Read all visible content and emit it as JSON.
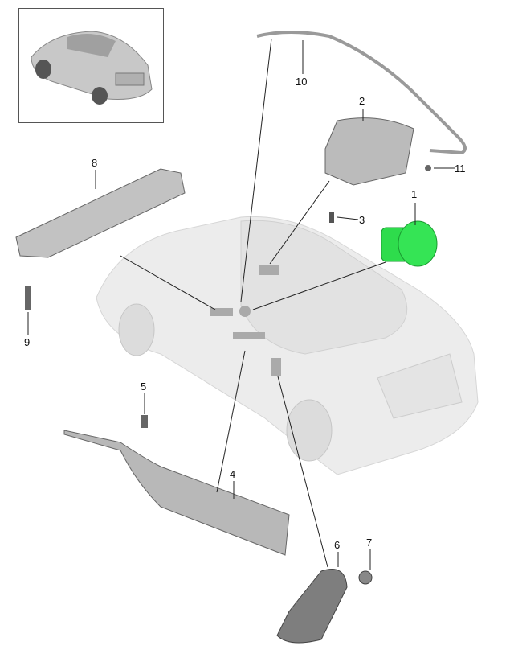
{
  "diagram": {
    "callouts": [
      {
        "id": "1",
        "label": "1"
      },
      {
        "id": "2",
        "label": "2"
      },
      {
        "id": "3",
        "label": "3"
      },
      {
        "id": "4",
        "label": "4"
      },
      {
        "id": "5",
        "label": "5"
      },
      {
        "id": "6",
        "label": "6"
      },
      {
        "id": "7",
        "label": "7"
      },
      {
        "id": "8",
        "label": "8"
      },
      {
        "id": "9",
        "label": "9"
      },
      {
        "id": "10",
        "label": "10"
      },
      {
        "id": "11",
        "label": "11"
      }
    ],
    "colors": {
      "highlight": "#2edc4c",
      "part": "#9a9a9a",
      "car": "#ececec"
    }
  }
}
